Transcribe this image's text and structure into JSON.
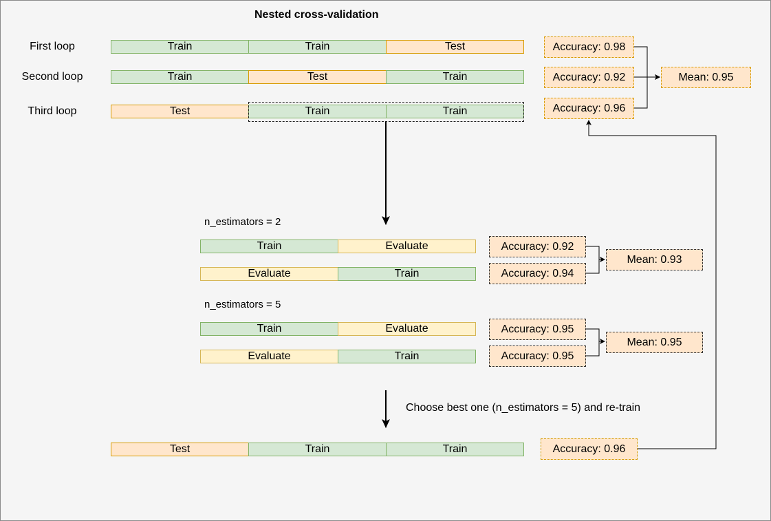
{
  "title": "Nested cross-validation",
  "outer": {
    "labels": [
      "First loop",
      "Second loop",
      "Third loop"
    ],
    "folds": [
      [
        "Train",
        "Train",
        "Test"
      ],
      [
        "Train",
        "Test",
        "Train"
      ],
      [
        "Test",
        "Train",
        "Train"
      ]
    ],
    "accuracies": [
      "Accuracy: 0.98",
      "Accuracy: 0.92",
      "Accuracy: 0.96"
    ],
    "mean": "Mean: 0.95"
  },
  "inner": [
    {
      "label": "n_estimators = 2",
      "folds": [
        [
          "Train",
          "Evaluate"
        ],
        [
          "Evaluate",
          "Train"
        ]
      ],
      "accuracies": [
        "Accuracy: 0.92",
        "Accuracy: 0.94"
      ],
      "mean": "Mean: 0.93"
    },
    {
      "label": "n_estimators = 5",
      "folds": [
        [
          "Train",
          "Evaluate"
        ],
        [
          "Evaluate",
          "Train"
        ]
      ],
      "accuracies": [
        "Accuracy: 0.95",
        "Accuracy: 0.95"
      ],
      "mean": "Mean: 0.95"
    }
  ],
  "choose_text": "Choose best one (n_estimators = 5) and re-train",
  "final": {
    "folds": [
      "Test",
      "Train",
      "Train"
    ],
    "accuracy": "Accuracy: 0.96"
  },
  "colors": {
    "train_fill": "#d5e8d4",
    "train_stroke": "#82b366",
    "test_fill": "#ffe6cc",
    "test_stroke": "#d79b00",
    "evaluate_fill": "#fff2cc",
    "evaluate_stroke": "#d6b656"
  }
}
